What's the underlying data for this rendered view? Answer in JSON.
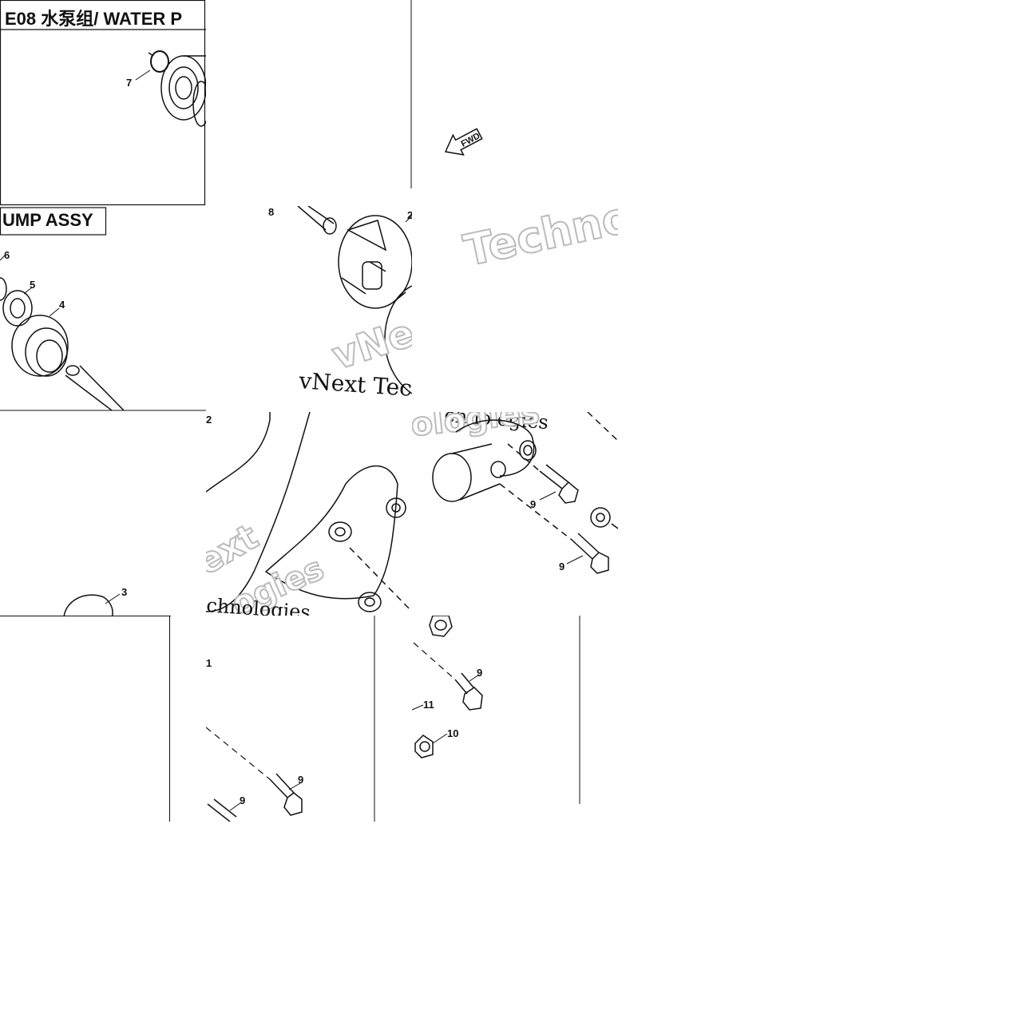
{
  "title_banner": {
    "part1": "E08 水泵组/ WATER P",
    "part2": "UMP ASSY"
  },
  "fwd_label": "FWD",
  "watermarks": {
    "line1": "vNext Tec",
    "outline_techno": "Techno",
    "fragment_vne": "vNe",
    "fragment_ologies": "ologies",
    "fragment_chnologies": "chnologies",
    "fragment_chnologies2": "chnologies",
    "fragment_ext": "ext",
    "fragment_ogies": "ogies"
  },
  "callouts": {
    "c7": "7",
    "c8": "8",
    "c2a": "2",
    "c6": "6",
    "c5": "5",
    "c4": "4",
    "c2b": "2",
    "c9a": "9",
    "c9b": "9",
    "c3": "3",
    "c1": "1",
    "c9c": "9",
    "c9d": "9",
    "c9e": "9",
    "c11": "11",
    "c10": "10"
  }
}
